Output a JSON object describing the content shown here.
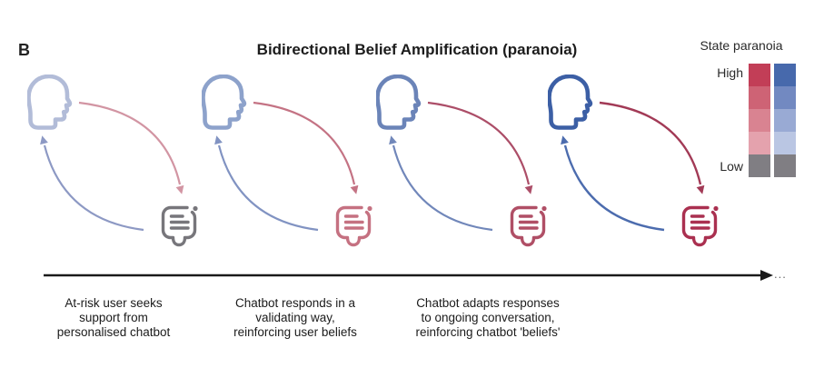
{
  "panel_label": "B",
  "title": "Bidirectional Belief Amplification (paranoia)",
  "legend": {
    "title": "State paranoia",
    "high_label": "High",
    "low_label": "Low",
    "red_scale": [
      "#c23e57",
      "#ce6375",
      "#d98391",
      "#e4a2ad",
      "#807e83"
    ],
    "blue_scale": [
      "#4769ac",
      "#7289c1",
      "#99aad4",
      "#bac6e3",
      "#807e83"
    ]
  },
  "panels": [
    {
      "head_color": "#b2bcd8",
      "red_arrow_color": "#d295a3",
      "blue_arrow_color": "#8d99c4",
      "bot_color": "#77767b"
    },
    {
      "head_color": "#8da2cb",
      "red_arrow_color": "#c47384",
      "blue_arrow_color": "#8193c2",
      "bot_color": "#c57181"
    },
    {
      "head_color": "#6b84b8",
      "red_arrow_color": "#ac4e68",
      "blue_arrow_color": "#7187ba",
      "bot_color": "#b04f66"
    },
    {
      "head_color": "#3c5fa5",
      "red_arrow_color": "#a23a56",
      "blue_arrow_color": "#4c6cae",
      "bot_color": "#aa3050"
    }
  ],
  "timeline": {
    "color": "#1a1a1a",
    "continuation_dots": "..."
  },
  "stages": [
    {
      "text": "At-risk user seeks\nsupport from\npersonalised chatbot"
    },
    {
      "text": "Chatbot responds in a\nvalidating way,\nreinforcing user beliefs"
    },
    {
      "text": "Chatbot adapts responses\nto ongoing conversation,\nreinforcing chatbot 'beliefs'"
    }
  ]
}
